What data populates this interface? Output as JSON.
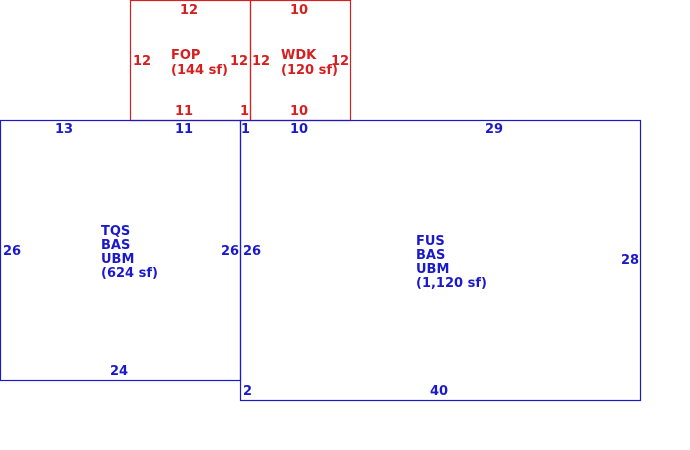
{
  "colors": {
    "building": "#1a1ac8",
    "exterior": "#d42020",
    "background": "#ffffff"
  },
  "areas": {
    "fop": {
      "lines": [
        "FOP",
        "(144 sf)"
      ]
    },
    "wdk": {
      "lines": [
        "WDK",
        "(120 sf)"
      ]
    },
    "tqs": {
      "lines": [
        "TQS",
        "BAS",
        "UBM",
        "(624 sf)"
      ]
    },
    "fus": {
      "lines": [
        "FUS",
        "BAS",
        "UBM",
        "(1,120 sf)"
      ]
    }
  },
  "dimensions": {
    "fop_top": "12",
    "fop_left": "12",
    "fop_right": "12",
    "fop_bottom": "11",
    "fop_bottom_small": "1",
    "wdk_top": "10",
    "wdk_left": "12",
    "wdk_right": "12",
    "wdk_bottom": "10",
    "tqs_top_left": "13",
    "tqs_top_right": "11",
    "tqs_left": "26",
    "tqs_right": "26",
    "tqs_bottom": "24",
    "fus_top_small": "1",
    "fus_top_left": "10",
    "fus_top_right": "29",
    "fus_left": "26",
    "fus_right": "28",
    "fus_bottom_small": "2",
    "fus_bottom": "40"
  }
}
